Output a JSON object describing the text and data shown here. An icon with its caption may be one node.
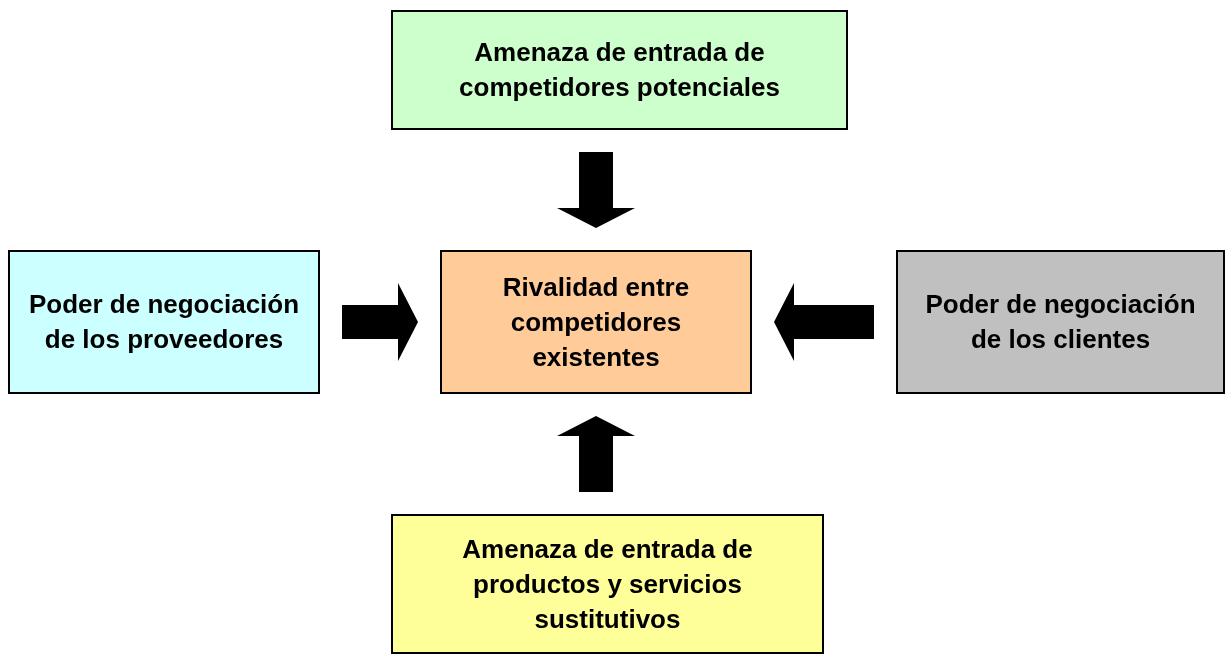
{
  "diagram": {
    "nodes": [
      {
        "text": [
          "Amenaza de entrada de competidores potenciales"
        ]
      },
      {
        "text": [
          "Poder de negociación de los proveedores"
        ]
      },
      {
        "text": [
          "Rivalidad entre competidores existentes"
        ]
      },
      {
        "text": [
          "Poder de negociación de los clientes"
        ]
      },
      {
        "text": [
          "Amenaza de entrada de productos y servicios sustitutivos"
        ]
      }
    ],
    "edges": [
      {
        "from": 0,
        "to": 2,
        "arrow": "to",
        "style": "thick"
      },
      {
        "from": 1,
        "to": 2,
        "arrow": "to",
        "style": "thick"
      },
      {
        "from": 3,
        "to": 2,
        "arrow": "to",
        "style": "thick"
      },
      {
        "from": 4,
        "to": 2,
        "arrow": "to",
        "style": "thick"
      }
    ]
  }
}
